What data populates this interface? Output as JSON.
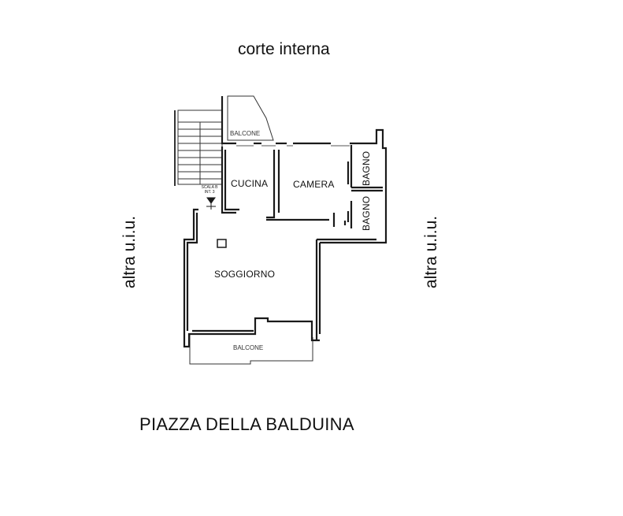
{
  "orientation": {
    "top": "corte interna",
    "left": "altra u.i.u.",
    "right": "altra u.i.u.",
    "bottom": "PIAZZA DELLA BALDUINA"
  },
  "rooms": {
    "balcone_top": "BALCONE",
    "cucina": "CUCINA",
    "camera": "CAMERA",
    "bagno_1": "BAGNO",
    "bagno_2": "BAGNO",
    "soggiorno": "SOGGIORNO",
    "balcone_bottom": "BALCONE"
  },
  "entrance": {
    "line1": "SCALA B",
    "line2": "INT. 3"
  },
  "colors": {
    "wall": "#1a1a1a",
    "text": "#111111"
  }
}
